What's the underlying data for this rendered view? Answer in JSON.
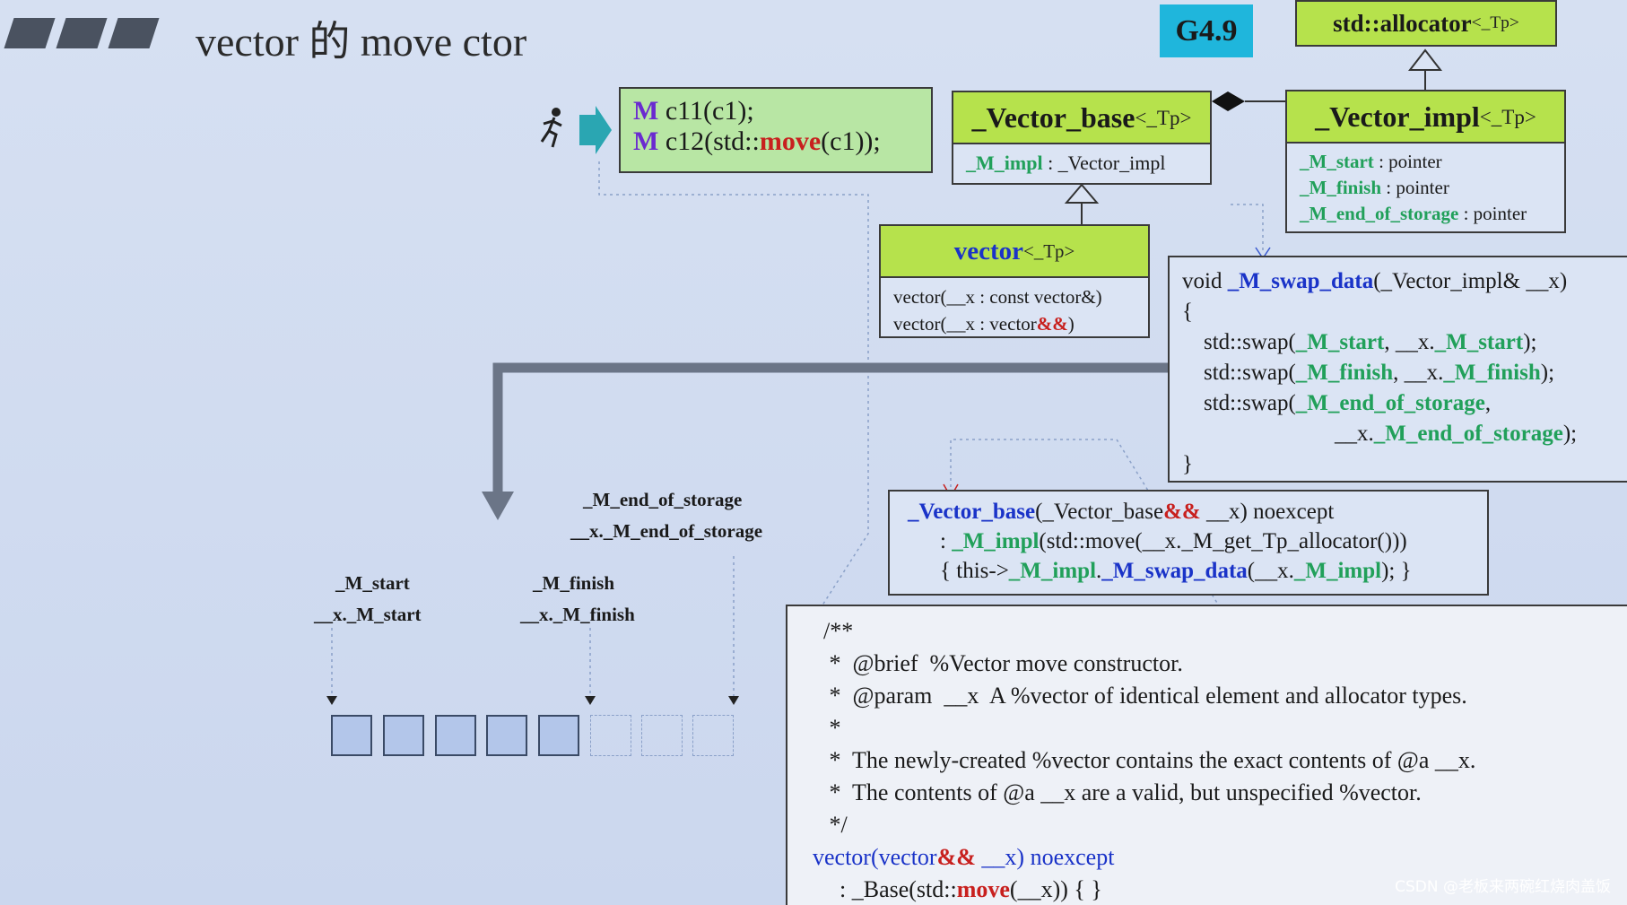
{
  "header": {
    "title": "vector 的 move ctor",
    "badge": "G4.9"
  },
  "client_code": {
    "line1_kw": "M",
    "line1_rest": " c11(c1);",
    "line2_kw": "M",
    "line2_mid": " c12(std::",
    "line2_move": "move",
    "line2_end": "(c1));"
  },
  "allocator": {
    "name": "std::allocator",
    "tp": "<_Tp>"
  },
  "vector_base": {
    "name": "_Vector_base",
    "tp": "<_Tp>",
    "member_name": "_M_impl",
    "member_type": " : _Vector_impl"
  },
  "vector_impl": {
    "name": "_Vector_impl",
    "tp": "<_Tp>",
    "members": [
      {
        "name": "_M_start",
        "type": " : pointer"
      },
      {
        "name": "_M_finish",
        "type": " : pointer"
      },
      {
        "name": "_M_end_of_storage",
        "type": " : pointer"
      }
    ]
  },
  "vector": {
    "name": "vector",
    "tp": "<_Tp>",
    "ctor1": "vector(__x : const vector&)",
    "ctor2_a": "vector(__x : vector",
    "ctor2_b": "&&",
    "ctor2_c": ")"
  },
  "swap_data": {
    "sig_a": "void ",
    "sig_fn": "_M_swap_data",
    "sig_b": "(_Vector_impl& __x)",
    "open": "{",
    "l1_a": "std::swap(",
    "l1_b": "_M_start",
    "l1_c": ", __x.",
    "l1_d": "_M_start",
    "l1_e": ");",
    "l2_a": "std::swap(",
    "l2_b": "_M_finish",
    "l2_c": ", __x.",
    "l2_d": "_M_finish",
    "l2_e": ");",
    "l3_a": "std::swap(",
    "l3_b": "_M_end_of_storage",
    "l3_c": ",",
    "l4_a": "__x.",
    "l4_b": "_M_end_of_storage",
    "l4_c": ");",
    "close": "}"
  },
  "base_ctor": {
    "l1_fn": "_Vector_base",
    "l1_a": "(_Vector_base",
    "l1_b": "&&",
    "l1_c": " __x) noexcept",
    "l2_a": ": ",
    "l2_b": "_M_impl",
    "l2_c": "(std::move(__x._M_get_Tp_allocator()))",
    "l3_a": "{ this->",
    "l3_b": "_M_impl",
    "l3_c": ".",
    "l3_d": "_M_swap_data",
    "l3_e": "(__x.",
    "l3_f": "_M_impl",
    "l3_g": "); }"
  },
  "comment": {
    "lines": [
      "/**",
      " *  @brief  %Vector move constructor.",
      " *  @param  __x  A %vector of identical element and allocator types.",
      " *",
      " *  The newly-created %vector contains the exact contents of @a __x.",
      " *  The contents of @a __x are a valid, but unspecified %vector.",
      " */"
    ],
    "ctor_a": "vector(vector",
    "ctor_b": "&&",
    "ctor_c": " __x) noexcept",
    "init_a": ": _Base(std::",
    "init_b": "move",
    "init_c": "(__x)) { }"
  },
  "memory": {
    "start": "_M_start",
    "x_start": "__x._M_start",
    "finish": "_M_finish",
    "x_finish": "__x._M_finish",
    "eos": "_M_end_of_storage",
    "x_eos": "__x._M_end_of_storage",
    "filled_cells": 5,
    "empty_cells": 3
  },
  "watermark": "CSDN @老板来两碗红烧肉盖饭",
  "colors": {
    "header_green": "#b6e24c",
    "badge_cyan": "#1fb6dc",
    "member_green": "#21a05a",
    "fn_blue": "#1a33c8",
    "move_red": "#c8201e"
  }
}
